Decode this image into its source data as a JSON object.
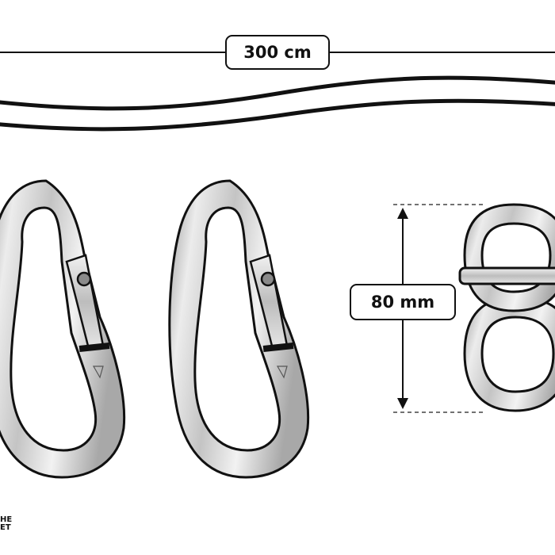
{
  "dimensions": {
    "rope_length": "300 cm",
    "swivel_height": "80 mm"
  },
  "brand": {
    "line1": "HE",
    "line2": "ET"
  },
  "colors": {
    "outline": "#111111",
    "metal_light": "#eeeeee",
    "metal_mid": "#c8c8c8",
    "metal_dark": "#9a9a9a",
    "dashed_guide": "#444444"
  },
  "components": {
    "rope": "rope",
    "carabiner_count": 2,
    "swivel": "double swivel"
  }
}
